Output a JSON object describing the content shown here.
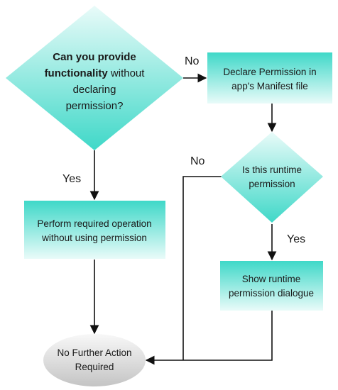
{
  "colors": {
    "teal": "#3fd8c8",
    "teal_light": "#e9fbf9",
    "terminal_light": "#f8f8f8",
    "terminal_dark": "#c4c4c4",
    "stroke": "#111111"
  },
  "nodes": {
    "question_main": {
      "bold_line1": "Can you provide",
      "bold_line2": "functionality",
      "line2_rest": " without",
      "line3": "declaring",
      "line4": "permission?"
    },
    "declare": {
      "line1": "Declare Permission in",
      "line2": "app's Manifest file"
    },
    "runtime_question": {
      "line1": "Is this runtime",
      "line2": "permission"
    },
    "perform": {
      "line1": "Perform required operation",
      "line2": "without using permission"
    },
    "show_dialog": {
      "line1": "Show runtime",
      "line2": "permission dialogue"
    },
    "end": {
      "line1": "No Further Action",
      "line2": "Required"
    }
  },
  "edges": {
    "main_no": "No",
    "main_yes": "Yes",
    "runtime_no": "No",
    "runtime_yes": "Yes"
  }
}
